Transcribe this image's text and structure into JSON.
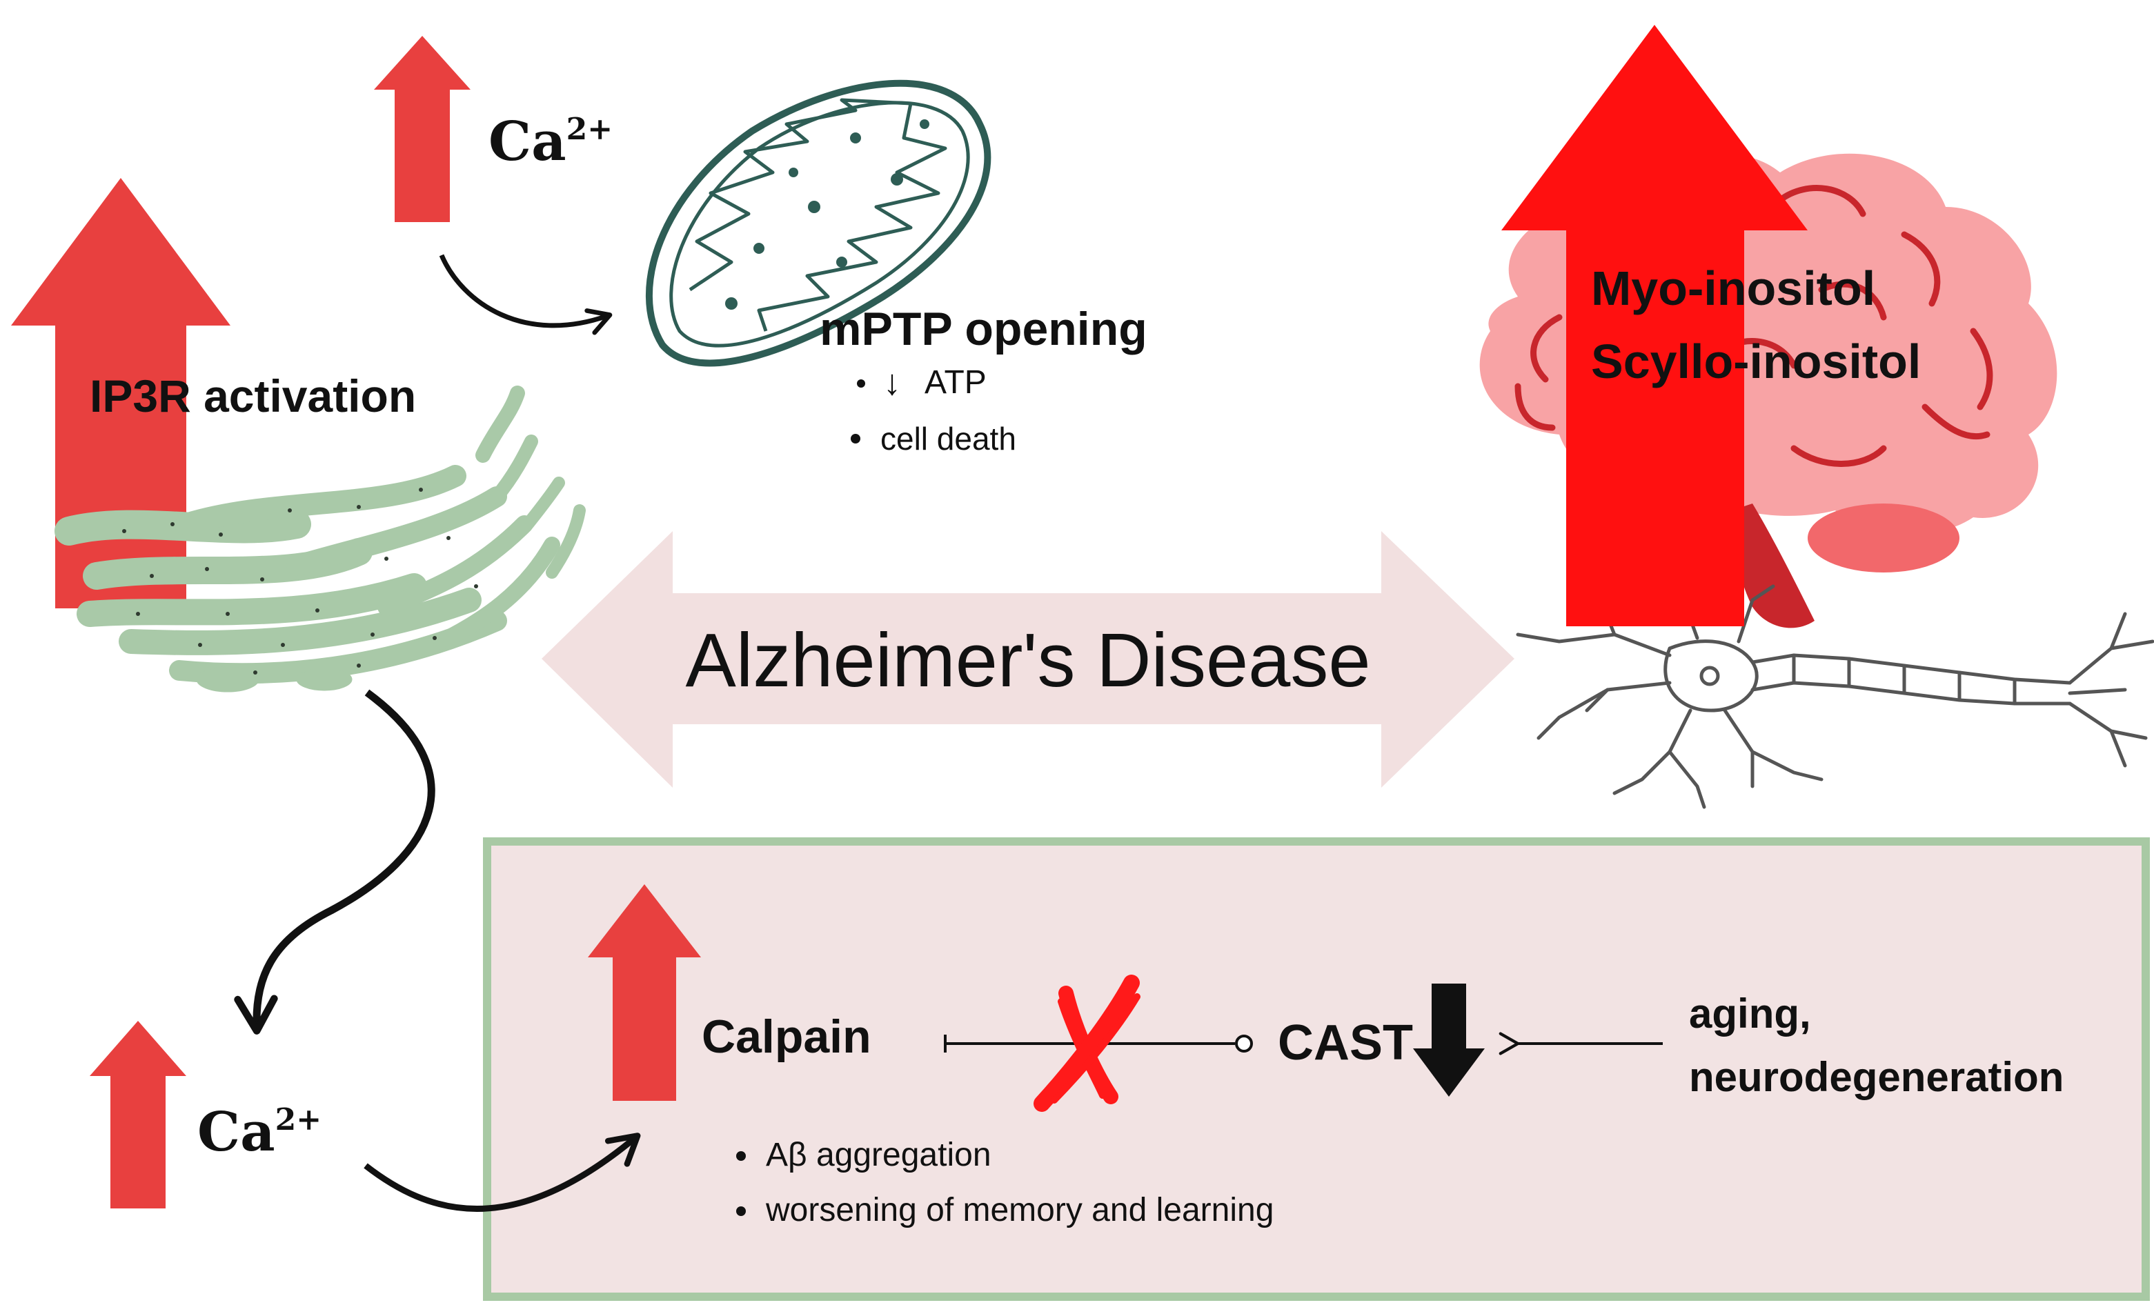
{
  "colors": {
    "arrow_red": "#e8403f",
    "bright_red": "#ff1010",
    "er_green": "#a9c9a8",
    "mito_green": "#2e5d55",
    "box_fill": "#f2e3e3",
    "box_border": "#a8c9a4",
    "ad_arrow": "#f2e0e0",
    "brain_pink": "#f8a3a5",
    "brain_dark": "#c8262c",
    "neuron_gray": "#555555",
    "ink": "#111111"
  },
  "top": {
    "ca_label": "Ca",
    "ca_charge": "2+",
    "mptp_title": "mPTP opening",
    "mptp_bullets": [
      "ATP",
      "cell death"
    ],
    "atp_arrow": "↓"
  },
  "left": {
    "ip3r_label": "IP3R activation",
    "ca_label": "Ca",
    "ca_charge": "2+"
  },
  "center": {
    "title": "Alzheimer's Disease"
  },
  "right": {
    "inositol_1": "Myo-inositol",
    "inositol_2": "Scyllo-inositol"
  },
  "box": {
    "calpain": "Calpain",
    "cast": "CAST",
    "cause_1": "aging,",
    "cause_2": "neurodegeneration",
    "bullets": [
      "Aβ aggregation",
      "worsening of memory and learning"
    ]
  }
}
